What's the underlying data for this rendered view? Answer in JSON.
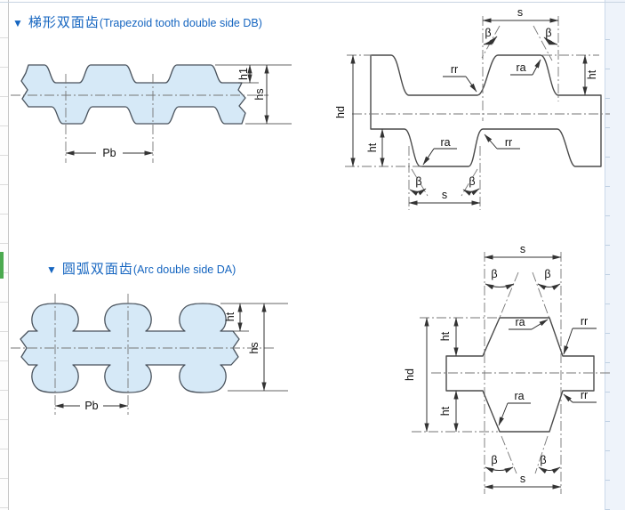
{
  "colors": {
    "title": "#1565c0",
    "belt_fill": "#d6e9f7",
    "profile_outline": "#4a4a4a",
    "green_marker": "#4caa50",
    "right_rail_bg": "#eef3fa"
  },
  "sections": [
    {
      "title": {
        "marker": "▼",
        "cn": "梯形双面齿",
        "en": "(Trapezoid tooth double side DB)"
      },
      "belt_diagram": {
        "pitch_label": "Pb",
        "tooth_height_label": "h1",
        "thickness_label": "hs"
      },
      "profile_diagram": {
        "span_label": "s",
        "angle_label": "β",
        "root_radius_label": "rr",
        "tip_radius_label": "ra",
        "tooth_height_label": "ht",
        "overall_label": "hd"
      }
    },
    {
      "title": {
        "marker": "▼",
        "cn": "圆弧双面齿",
        "en": "(Arc double side DA)"
      },
      "belt_diagram": {
        "pitch_label": "Pb",
        "tooth_height_label": "ht",
        "thickness_label": "hs"
      },
      "profile_diagram": {
        "span_label": "s",
        "angle_label": "β",
        "root_radius_label": "rr",
        "tip_radius_label": "ra",
        "tooth_height_label": "ht",
        "overall_label": "hd"
      }
    }
  ]
}
